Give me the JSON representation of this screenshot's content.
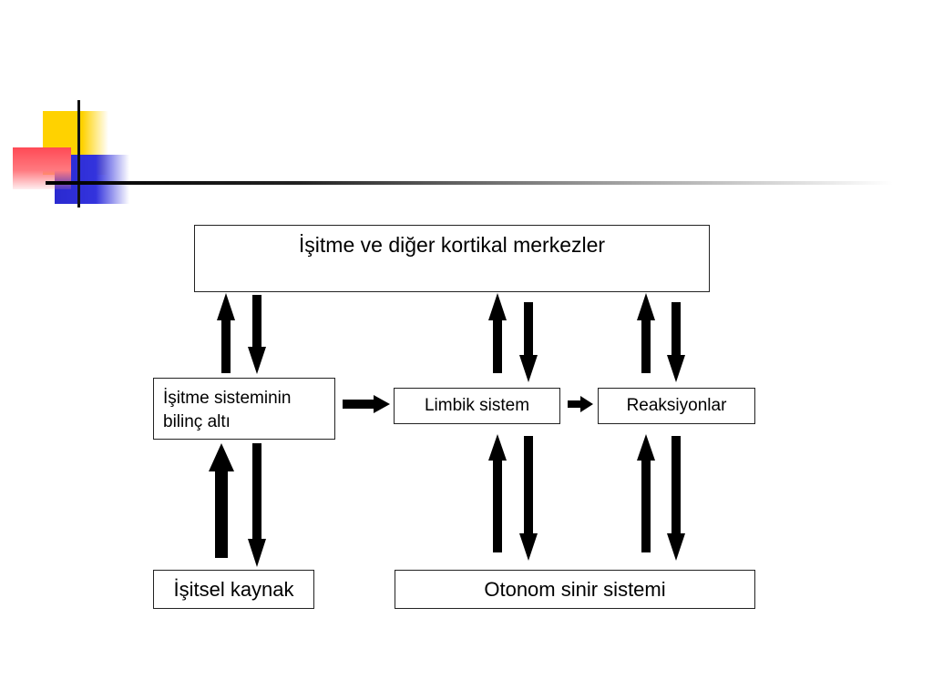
{
  "boxes": {
    "cortical": "İşitme ve diğer kortikal merkezler",
    "subconscious_line1": "İşitme sisteminin",
    "subconscious_line2": "bilinç altı",
    "limbic": "Limbik sistem",
    "reactions": "Reaksiyonlar",
    "auditory_source": "İşitsel kaynak",
    "autonomic": "Otonom sinir sistemi"
  },
  "colors": {
    "arrow": "#000000",
    "deco_yellow": "#ffd200",
    "deco_blue": "#3333dd",
    "deco_red": "#ff4a55"
  }
}
